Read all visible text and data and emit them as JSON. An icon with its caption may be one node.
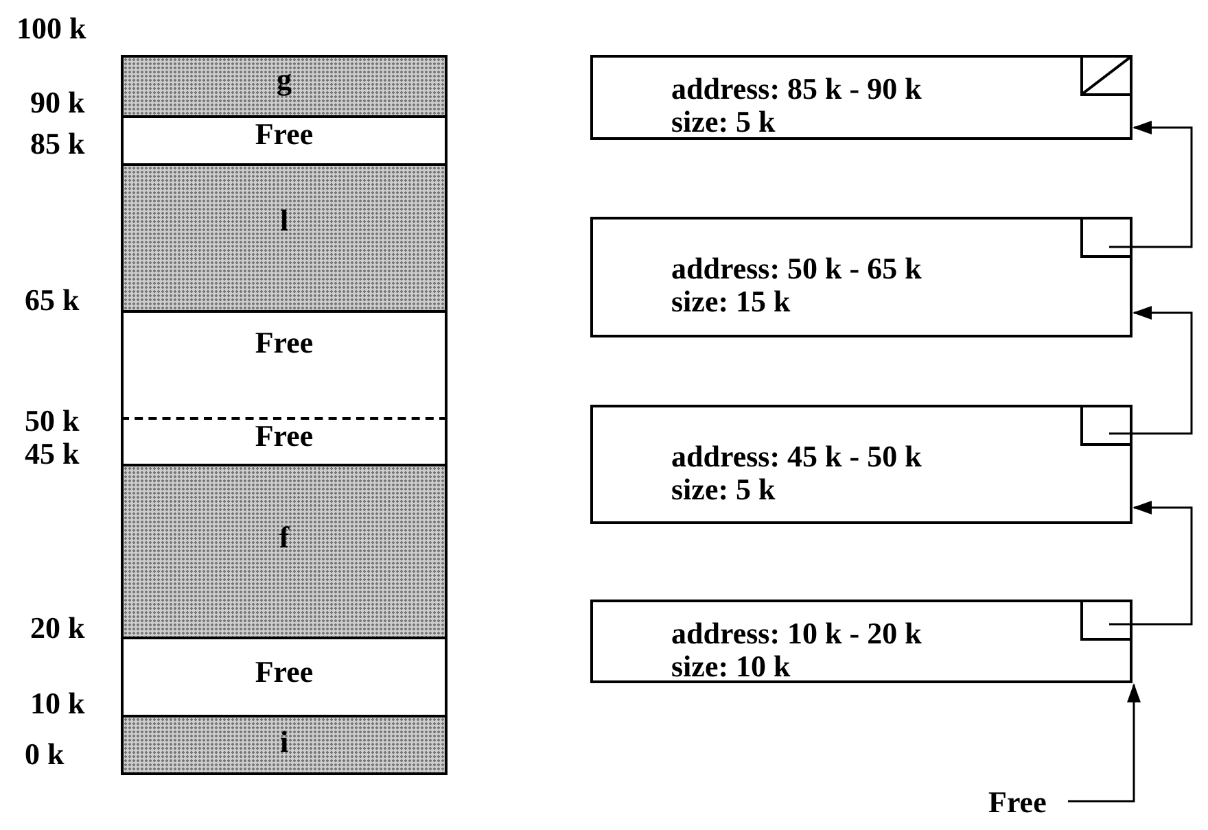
{
  "diagram": {
    "nodes": [
      {
        "text": [
          "g"
        ]
      },
      {
        "text": [
          "Free"
        ]
      },
      {
        "text": [
          "l"
        ]
      },
      {
        "text": [
          "Free"
        ]
      },
      {
        "text": [
          "Free"
        ]
      },
      {
        "text": [
          "f"
        ]
      },
      {
        "text": [
          "Free"
        ]
      },
      {
        "text": [
          "i"
        ]
      },
      {
        "text": [
          "address: 85 k - 90 k",
          "size: 5 k"
        ]
      },
      {
        "text": [
          "address: 50 k - 65 k",
          "size: 15 k"
        ]
      },
      {
        "text": [
          "address: 45 k - 50 k",
          "size: 5 k"
        ]
      },
      {
        "text": [
          "address: 10 k - 20 k",
          "size: 10 k"
        ]
      },
      {
        "text": [
          "Free"
        ]
      }
    ],
    "edges": [
      {
        "from": 12,
        "to": 11,
        "arrow": "to"
      },
      {
        "from": 11,
        "to": 10,
        "arrow": "to"
      },
      {
        "from": 10,
        "to": 9,
        "arrow": "to"
      },
      {
        "from": 9,
        "to": 8,
        "arrow": "to"
      }
    ],
    "labels": [
      "100 k",
      "90 k",
      "85 k",
      "65 k",
      "50 k",
      "45 k",
      "20 k",
      "10 k",
      "0 k"
    ]
  }
}
